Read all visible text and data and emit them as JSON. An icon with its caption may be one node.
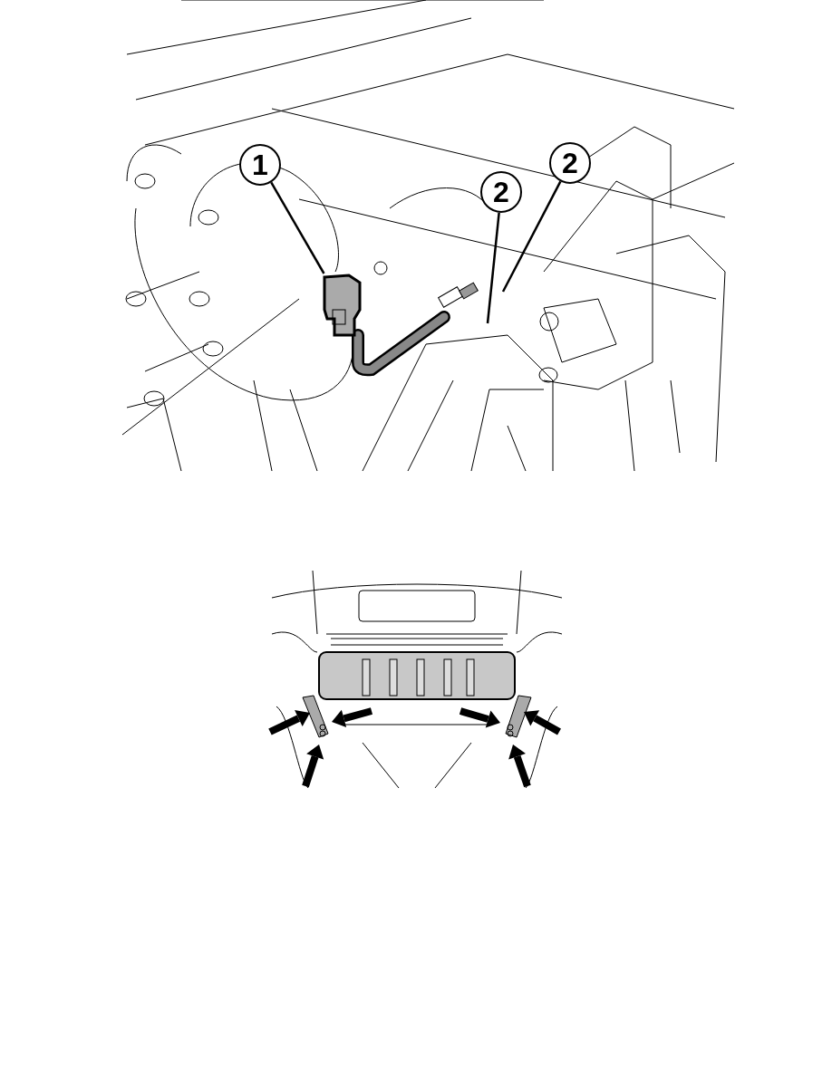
{
  "diagram": {
    "nodes": [
      {
        "text": [
          "1"
        ]
      },
      {
        "text": [],
        "shape": "picture"
      },
      {
        "text": [
          "2"
        ]
      },
      {
        "text": [
          "2"
        ]
      }
    ],
    "edges": [
      {
        "from": 0,
        "to": 1,
        "arrow": "none"
      },
      {
        "from": 2,
        "to": null,
        "arrow": "none"
      },
      {
        "from": 3,
        "to": null,
        "arrow": "none"
      }
    ]
  }
}
